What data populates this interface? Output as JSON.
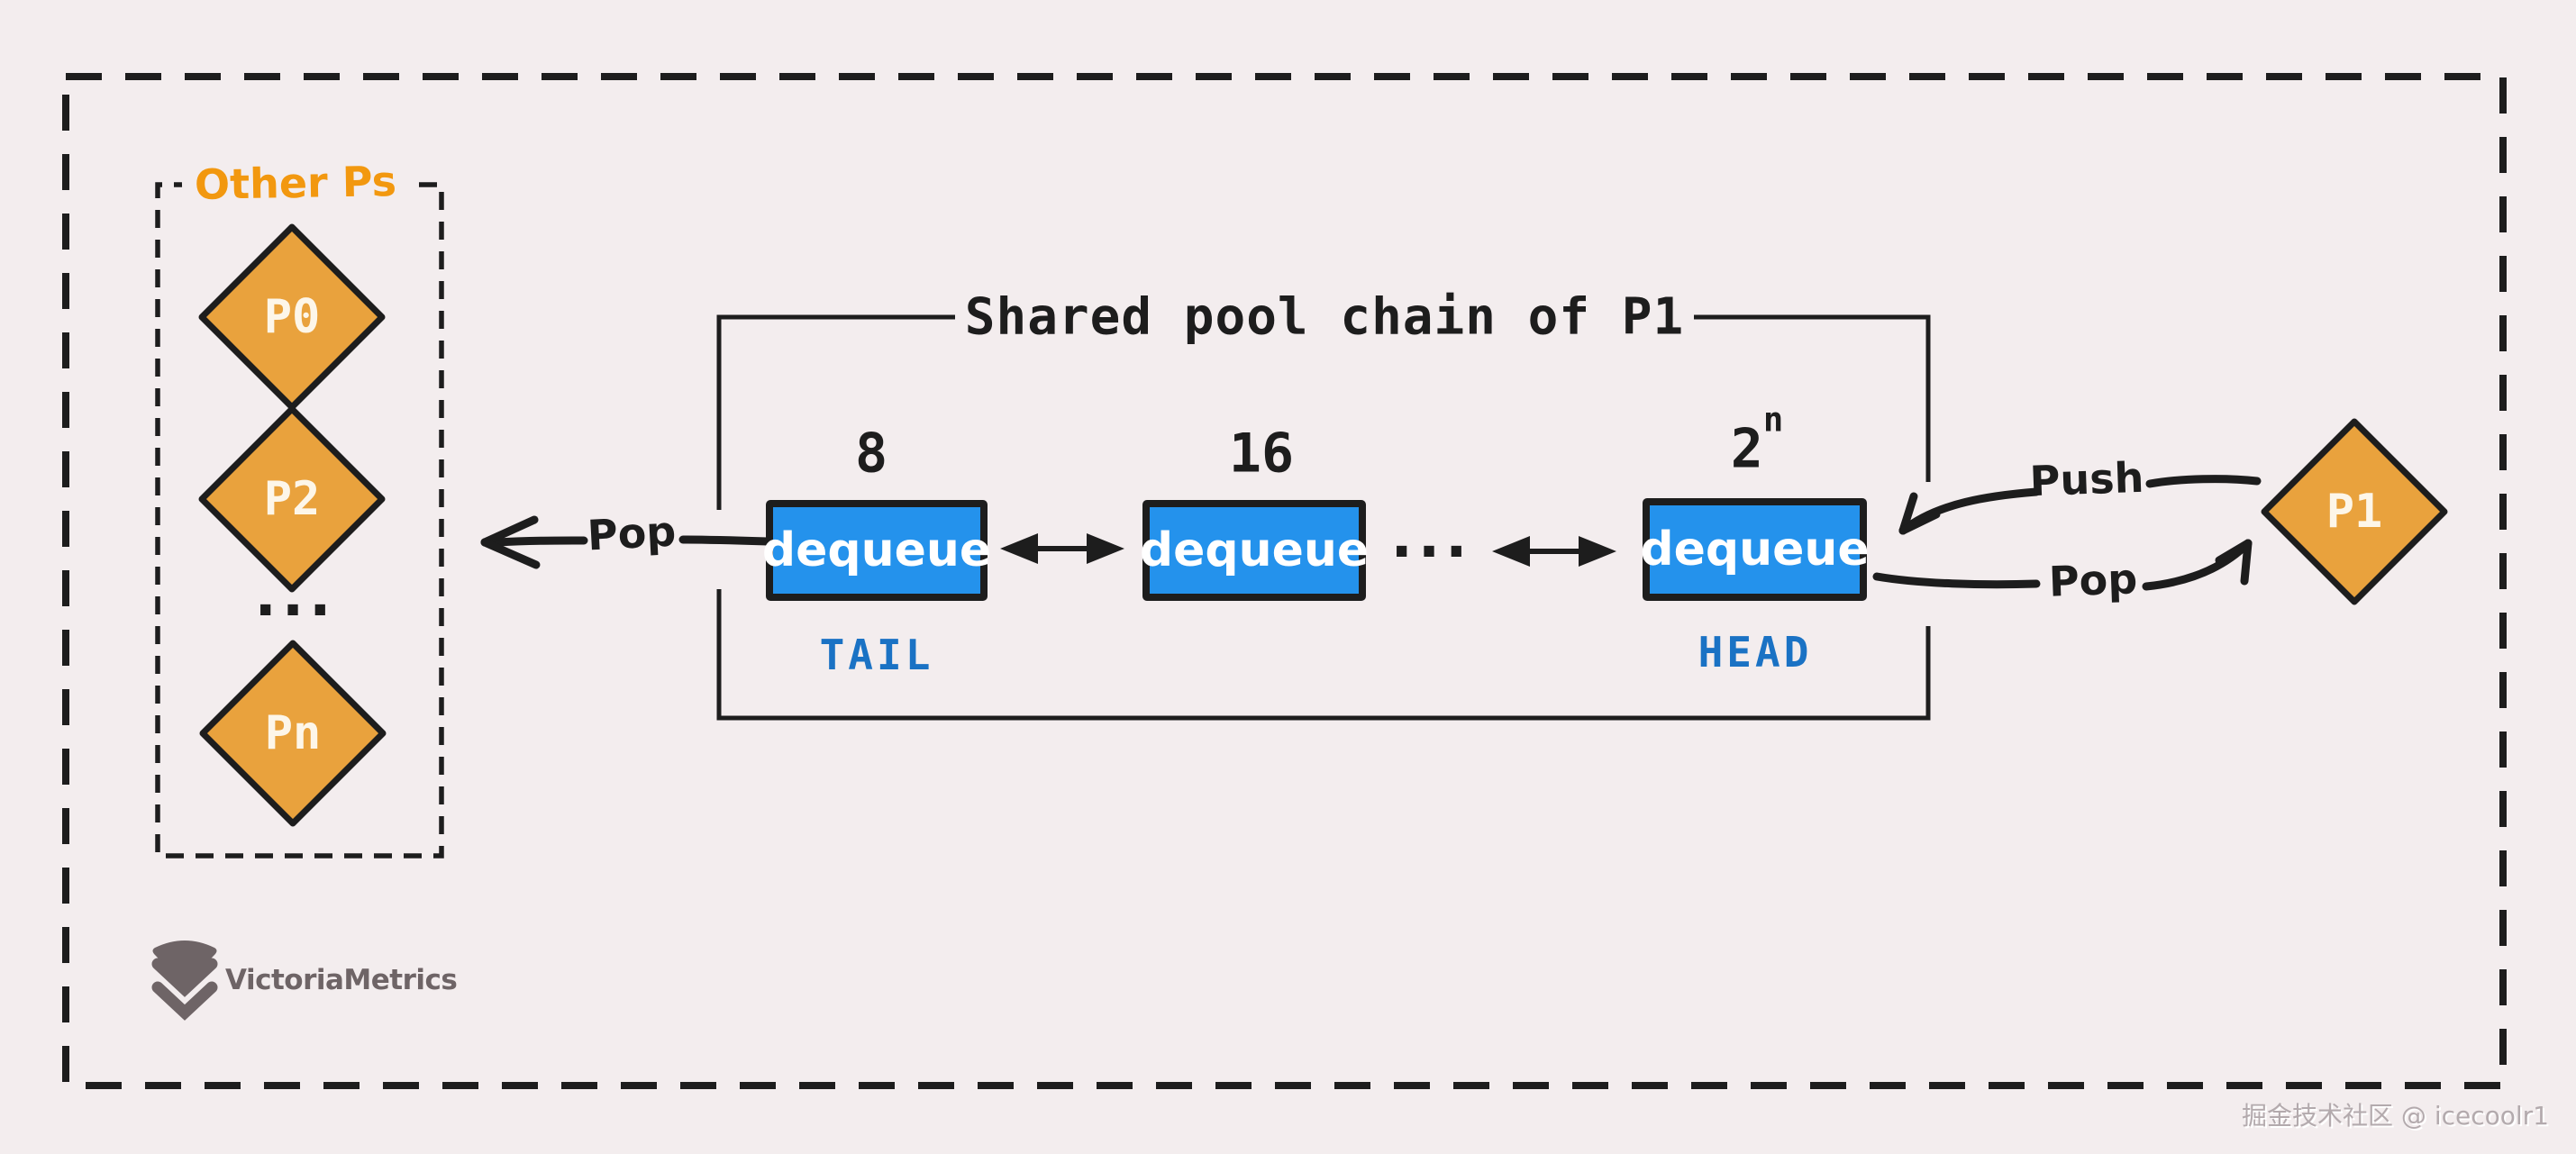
{
  "canvas": {
    "background": "#f3edee",
    "ink": "#1d1d1d"
  },
  "other_ps": {
    "label": "Other Ps",
    "p0": "P0",
    "p2": "P2",
    "ellipsis": "...",
    "pn": "Pn"
  },
  "chain": {
    "title": "Shared pool chain of P1",
    "ellipsis": "...",
    "nodes": [
      {
        "capacity": "8",
        "capacity_sup": "",
        "label": "dequeue",
        "role": "TAIL"
      },
      {
        "capacity": "16",
        "capacity_sup": "",
        "label": "dequeue",
        "role": ""
      },
      {
        "capacity": "2",
        "capacity_sup": "n",
        "label": "dequeue",
        "role": "HEAD"
      }
    ]
  },
  "p1": {
    "label": "P1"
  },
  "arrows": {
    "pop_left": "Pop",
    "push": "Push",
    "pop_right": "Pop"
  },
  "logo": {
    "text": "VictoriaMetrics"
  },
  "watermark": {
    "text": "掘金技术社区 @ icecoolr1"
  },
  "colors": {
    "orange_fill": "#e9a23d",
    "orange_label": "#f2980f",
    "blue_fill": "#2492ec",
    "blue_text": "#1a72c4",
    "logo_gray": "#6e6466",
    "watermark_gray": "#b3aaad"
  }
}
